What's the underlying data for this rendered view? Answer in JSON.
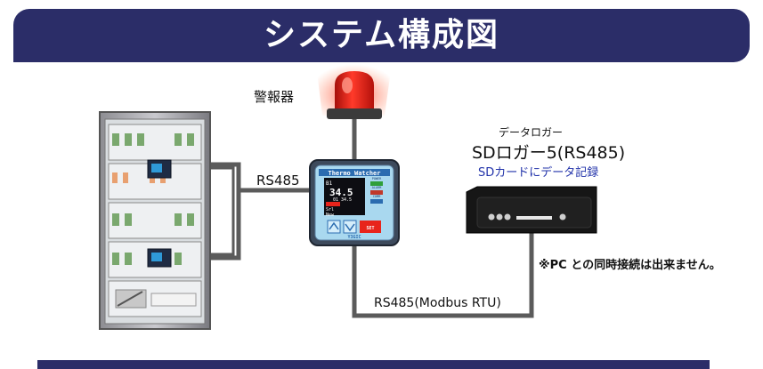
{
  "title": "システム構成図",
  "labels": {
    "alarm": "警報器",
    "rs485": "RS485",
    "rs485_modbus": "RS485(Modbus RTU)",
    "logger_type": "データロガー",
    "logger_name": "SDロガー5(RS485)",
    "sd_record": "SDカードにデータ記録",
    "pc_note": "※PC との同時接続は出来ません。"
  },
  "device": {
    "brand": "Thermo Watcher",
    "channel": "B1",
    "main_value": "34.5",
    "sub_values": "01   34.5",
    "status_line1": "Srl",
    "status_line2": "New",
    "indicators": [
      "POWER",
      "ALARM",
      "COMM"
    ],
    "set_button": "SET",
    "manufacturer": "Y3GIC"
  },
  "colors": {
    "title_bar": "#2b2d68",
    "cable": "#5b5b5b",
    "alarm_red": "#e8241b",
    "device_body": "#3d4a5c",
    "logger_body": "#161616",
    "sd_text": "#2233aa"
  }
}
